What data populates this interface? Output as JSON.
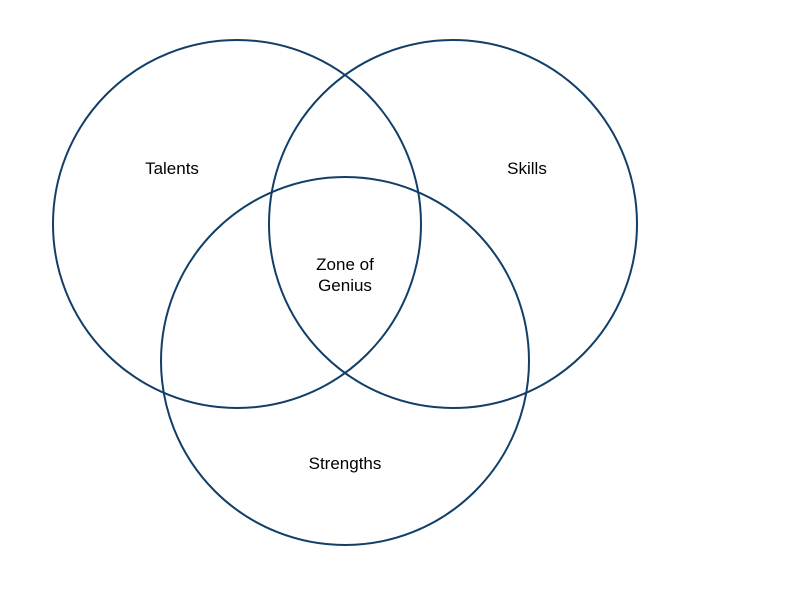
{
  "diagram": {
    "type": "venn",
    "stroke_color": "#123f68",
    "sets": [
      {
        "id": "talents",
        "label": "Talents"
      },
      {
        "id": "skills",
        "label": "Skills"
      },
      {
        "id": "strengths",
        "label": "Strengths"
      }
    ],
    "intersection": {
      "label_line1": "Zone of",
      "label_line2": "Genius"
    }
  }
}
